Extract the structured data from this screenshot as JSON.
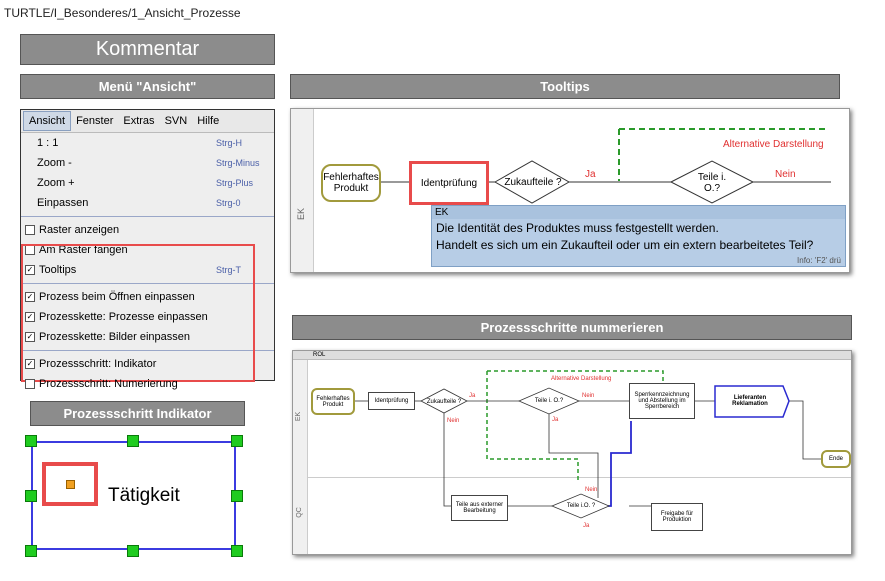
{
  "breadcrumb": "TURTLE/I_Besonderes/1_Ansicht_Prozesse",
  "headers": {
    "kommentar": "Kommentar",
    "menu_ansicht": "Menü \"Ansicht\"",
    "tooltips": "Tooltips",
    "prozessschritte": "Prozessschritte nummerieren",
    "indikator": "Prozessschritt Indikator"
  },
  "menubar": [
    "Ansicht",
    "Fenster",
    "Extras",
    "SVN",
    "Hilfe"
  ],
  "menu_items": {
    "zoom11": {
      "label": "1 : 1",
      "shortcut": "Strg-H"
    },
    "zoomminus": {
      "label": "Zoom -",
      "shortcut": "Strg-Minus"
    },
    "zoomplus": {
      "label": "Zoom +",
      "shortcut": "Strg-Plus"
    },
    "einpassen": {
      "label": "Einpassen",
      "shortcut": "Strg-0"
    },
    "raster": {
      "label": "Raster anzeigen"
    },
    "fangen": {
      "label": "Am Raster fangen"
    },
    "tooltips": {
      "label": "Tooltips",
      "shortcut": "Strg-T"
    },
    "oeffnen": {
      "label": "Prozess beim Öffnen einpassen"
    },
    "prozesse": {
      "label": "Prozesskette: Prozesse einpassen"
    },
    "bilder": {
      "label": "Prozesskette: Bilder einpassen"
    },
    "indikator": {
      "label": "Prozessschritt: Indikator"
    },
    "nummerierung": {
      "label": "Prozessschritt: Numerierung"
    }
  },
  "tooltip_panel": {
    "lane": "EK",
    "alt": "Alternative Darstellung",
    "node_fehler": "Fehlerhaftes Produkt",
    "node_ident": "Identprüfung",
    "node_zukauf": "Zukaufteile ?",
    "node_teile": "Teile i. O.?",
    "ja": "Ja",
    "nein": "Nein",
    "tip_title": "EK",
    "tip_line1": "Die Identität des Produktes muss festgestellt werden.",
    "tip_line2": "Handelt es sich um ein Zukaufteil oder um ein extern bearbeitetes Teil?",
    "tip_info": "Info: 'F2' drü"
  },
  "numbering_panel": {
    "toolbar": "ROL",
    "lane_ek": "EK",
    "lane_qc": "QC",
    "alt": "Alternative Darstellung",
    "fehler": "Fehlerhaftes Produkt",
    "ident": "Identprüfung",
    "zukauf": "Zukaufteile ?",
    "teile1": "Teile i. O.?",
    "sperr": "Sperrkennzeichnung und Abstellung im Sperrbereich",
    "lieferant": "Lieferanten Reklamation",
    "ende": "Ende",
    "extern": "Teile aus externer Bearbeitung",
    "teile2": "Teile i.O. ?",
    "freigabe": "Freigabe für Produktion",
    "ja": "Ja",
    "nein": "Nein"
  },
  "indikator_panel": {
    "label": "Tätigkeit"
  }
}
